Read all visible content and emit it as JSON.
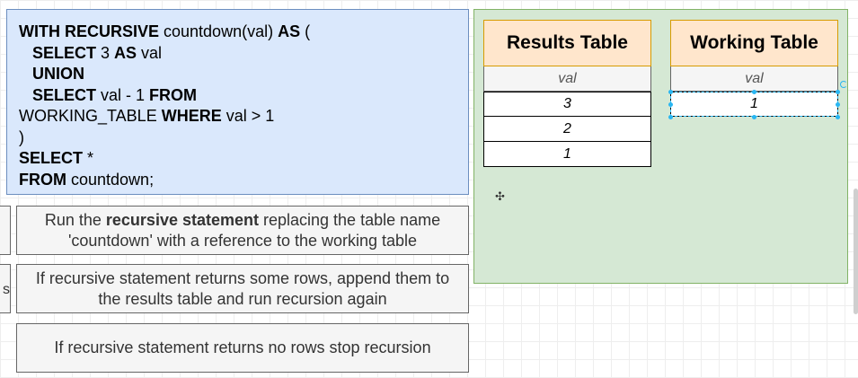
{
  "sql": {
    "lines": [
      {
        "parts": [
          {
            "t": "WITH RECURSIVE",
            "b": true
          },
          {
            "t": " countdown(val) ",
            "b": false
          },
          {
            "t": "AS",
            "b": true
          },
          {
            "t": " (",
            "b": false
          }
        ]
      },
      {
        "parts": [
          {
            "t": "   SELECT",
            "b": true
          },
          {
            "t": " 3 ",
            "b": false
          },
          {
            "t": "AS",
            "b": true
          },
          {
            "t": " val",
            "b": false
          }
        ]
      },
      {
        "parts": [
          {
            "t": "   UNION",
            "b": true
          }
        ]
      },
      {
        "parts": [
          {
            "t": "   SELECT",
            "b": true
          },
          {
            "t": " val - 1 ",
            "b": false
          },
          {
            "t": "FROM",
            "b": true
          }
        ]
      },
      {
        "parts": [
          {
            "t": "WORKING_TABLE ",
            "b": false
          },
          {
            "t": "WHERE",
            "b": true
          },
          {
            "t": " val > 1",
            "b": false
          }
        ]
      },
      {
        "parts": [
          {
            "t": ")",
            "b": false
          }
        ]
      },
      {
        "parts": [
          {
            "t": "SELECT",
            "b": true
          },
          {
            "t": " *",
            "b": false
          }
        ]
      },
      {
        "parts": [
          {
            "t": "FROM",
            "b": true
          },
          {
            "t": " countdown;",
            "b": false
          }
        ]
      }
    ]
  },
  "steps": [
    {
      "pre": "Run the ",
      "bold": "recursive statement",
      "post": " replacing the table name 'countdown' with a reference to the working table"
    },
    {
      "pre": "If recursive statement returns some rows, append them to the results table and run recursion again",
      "bold": "",
      "post": ""
    },
    {
      "pre": "If recursive statement returns no rows stop recursion",
      "bold": "",
      "post": ""
    }
  ],
  "stub_text": "s",
  "results_table": {
    "title": "Results Table",
    "column": "val",
    "rows": [
      "3",
      "2",
      "1"
    ]
  },
  "working_table": {
    "title": "Working Table",
    "column": "val",
    "rows": [
      "1"
    ]
  },
  "crosshair_glyph": "✣",
  "colors": {
    "sql_fill": "#dae8fc",
    "sql_stroke": "#6c8ebf",
    "panel_fill": "#d5e8d4",
    "panel_stroke": "#82b366",
    "header_fill": "#ffe6cc",
    "header_stroke": "#d79b00",
    "selection": "#29b6f2"
  }
}
